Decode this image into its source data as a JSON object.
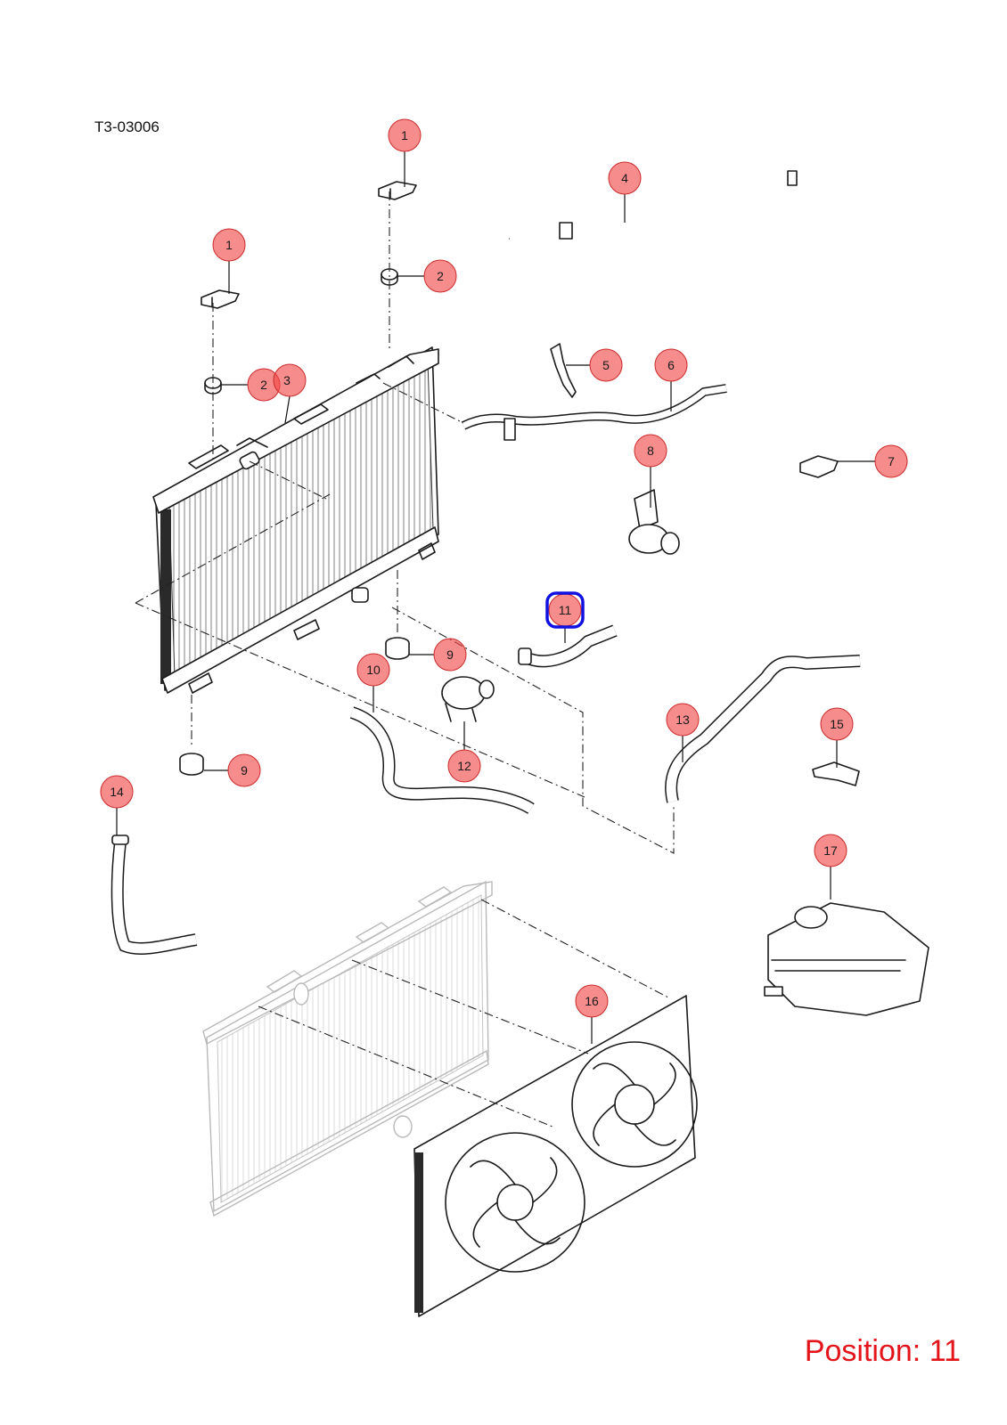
{
  "diagram": {
    "code": "T3-03006",
    "position_label": "Position: 11",
    "selected_position": "11",
    "colors": {
      "balloon_fill": "#f04646",
      "selection_outline": "#1010e0",
      "position_text": "#e4141b"
    },
    "callouts": [
      {
        "id": "callout-1a",
        "label": "1"
      },
      {
        "id": "callout-1b",
        "label": "1"
      },
      {
        "id": "callout-2a",
        "label": "2"
      },
      {
        "id": "callout-2b",
        "label": "2"
      },
      {
        "id": "callout-3",
        "label": "3"
      },
      {
        "id": "callout-4",
        "label": "4"
      },
      {
        "id": "callout-5",
        "label": "5"
      },
      {
        "id": "callout-6",
        "label": "6"
      },
      {
        "id": "callout-7",
        "label": "7"
      },
      {
        "id": "callout-8",
        "label": "8"
      },
      {
        "id": "callout-9a",
        "label": "9"
      },
      {
        "id": "callout-9b",
        "label": "9"
      },
      {
        "id": "callout-10",
        "label": "10"
      },
      {
        "id": "callout-11",
        "label": "11"
      },
      {
        "id": "callout-12",
        "label": "12"
      },
      {
        "id": "callout-13",
        "label": "13"
      },
      {
        "id": "callout-14",
        "label": "14"
      },
      {
        "id": "callout-15",
        "label": "15"
      },
      {
        "id": "callout-16",
        "label": "16"
      },
      {
        "id": "callout-17",
        "label": "17"
      }
    ]
  }
}
